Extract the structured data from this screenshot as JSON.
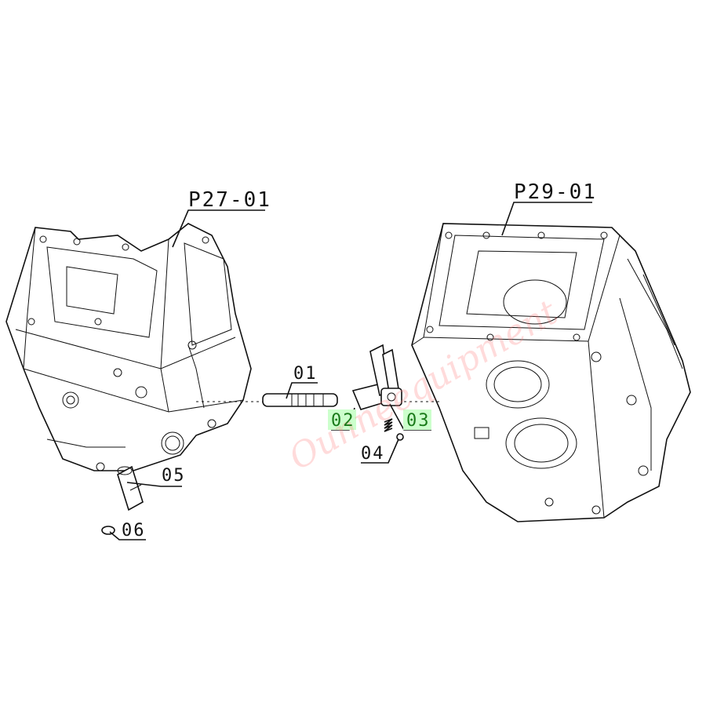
{
  "callouts": {
    "left_ref": "P27-01",
    "right_ref": "P29-01",
    "c01": "01",
    "c02": "02",
    "c03": "03",
    "c04": "04",
    "c05": "05",
    "c06": "06"
  },
  "highlight_color": "#ccffcc",
  "watermark": "Ounneequipment"
}
